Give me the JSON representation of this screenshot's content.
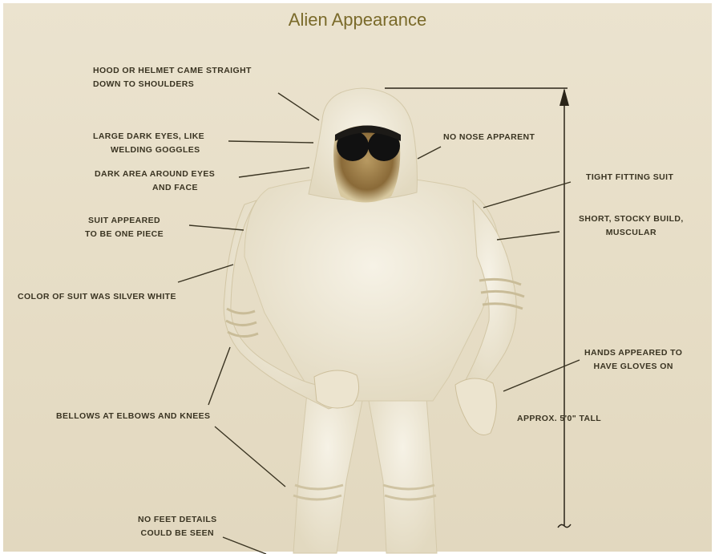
{
  "title": "Alien Appearance",
  "labels": {
    "hood_1": "HOOD OR HELMET CAME STRAIGHT",
    "hood_2": "DOWN TO SHOULDERS",
    "eyes_1": "LARGE DARK EYES, LIKE",
    "eyes_2": "WELDING GOGGLES",
    "dark_1": "DARK AREA AROUND EYES",
    "dark_2": "AND FACE",
    "onepiece_1": "SUIT APPEARED",
    "onepiece_2": "TO BE ONE PIECE",
    "color": "COLOR OF SUIT WAS SILVER WHITE",
    "bellows": "BELLOWS AT ELBOWS AND KNEES",
    "feet_1": "NO FEET DETAILS",
    "feet_2": "COULD BE SEEN",
    "nose": "NO NOSE APPARENT",
    "tight": "TIGHT FITTING SUIT",
    "build_1": "SHORT, STOCKY BUILD,",
    "build_2": "MUSCULAR",
    "hands_1": "HANDS APPEARED TO",
    "hands_2": "HAVE GLOVES ON",
    "height": "APPROX. 5'0\" TALL"
  },
  "colors": {
    "paper": "#e7dec7",
    "title": "#7a6a2a",
    "ink": "#3a3422",
    "suit": "#f3eee0",
    "goggles": "#111111"
  }
}
